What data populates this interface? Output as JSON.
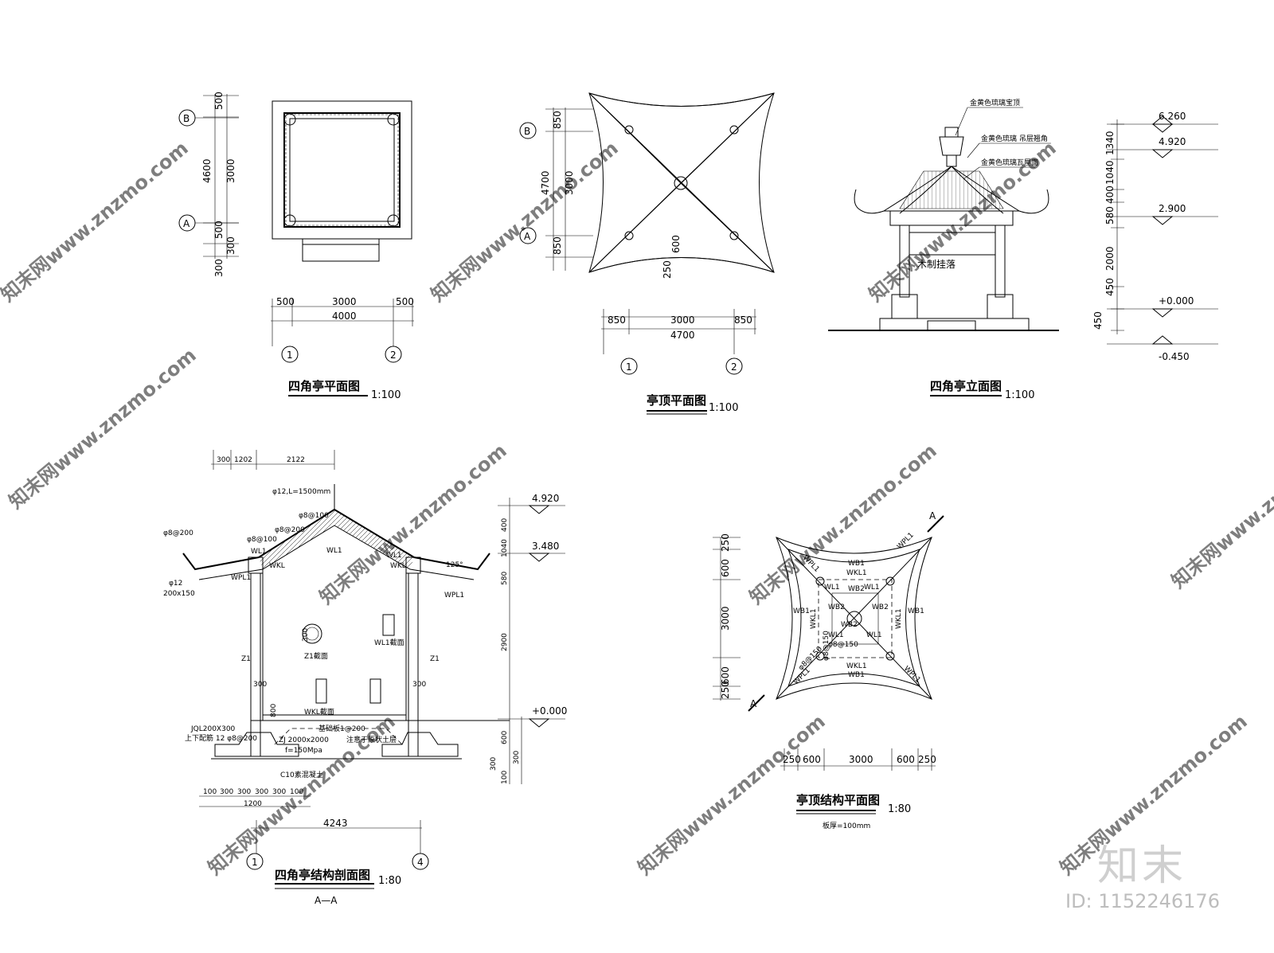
{
  "watermark": {
    "text": "知末网www.znzmo.com",
    "logo": "知末",
    "id_label": "ID: 1152246176"
  },
  "plan": {
    "title": "四角亭平面图",
    "scale": "1:100",
    "axis_b": "B",
    "axis_a": "A",
    "axis_1": "1",
    "axis_2": "2",
    "dims_v": [
      "500",
      "3000",
      "500",
      "300",
      "4600",
      "300"
    ],
    "dims_h": [
      "500",
      "3000",
      "500",
      "4000"
    ]
  },
  "roof_plan": {
    "title": "亭顶平面图",
    "scale": "1:100",
    "axis_b": "B",
    "axis_a": "A",
    "axis_1": "1",
    "axis_2": "2",
    "dims_v": [
      "850",
      "3000",
      "850",
      "4700",
      "600",
      "250"
    ],
    "dims_h": [
      "850",
      "3000",
      "850",
      "4700"
    ]
  },
  "elevation": {
    "title": "四角亭立面图",
    "scale": "1:100",
    "notes": [
      "金黄色琉璃宝顶",
      "金黄色琉璃 吊层翘角",
      "金黄色琉璃瓦屋面",
      "木制挂落"
    ],
    "levels": [
      "6.260",
      "4.920",
      "2.900",
      "+0.000",
      "-0.450"
    ],
    "dims_v": [
      "1340",
      "1040",
      "400",
      "580",
      "2000",
      "450",
      "450"
    ]
  },
  "section": {
    "title": "四角亭结构剖面图",
    "scale": "1:80",
    "subtitle": "A—A",
    "axis_1": "1",
    "axis_4": "4",
    "top_dims": [
      "300",
      "1202",
      "2122"
    ],
    "bottom_dims": [
      "100",
      "300",
      "300",
      "300",
      "300",
      "100",
      "1200",
      "4243"
    ],
    "levels": [
      "4.920",
      "3.480",
      "+0.000"
    ],
    "right_dims": [
      "400",
      "1040",
      "580",
      "2900",
      "600",
      "300",
      "100",
      "300"
    ],
    "labels": [
      "φ12,L=1500mm",
      "φ8@100",
      "φ8@200",
      "φ8@100",
      "φ8@200",
      "φ12",
      "200x150",
      "WL1",
      "WL1",
      "WL1",
      "WKL",
      "WKL",
      "WPL1",
      "WPL1",
      "125°",
      "Z1",
      "Z1",
      "Z1截面",
      "WL1截面",
      "WKL截面",
      "JQL200X300",
      "上下配筋 12 φ8@200",
      "基础板1@200",
      "ZJ 2000x2000",
      "f=150Mpa",
      "注意于原状土层",
      "C10素混凝土",
      "300",
      "300",
      "800",
      "300"
    ]
  },
  "roof_struct": {
    "title": "亭顶结构平面图",
    "scale": "1:80",
    "note": "板厚=100mm",
    "section_mark": "A",
    "dims_v": [
      "250",
      "600",
      "3000",
      "600",
      "250"
    ],
    "dims_h": [
      "250",
      "600",
      "3000",
      "600",
      "250"
    ],
    "labels": [
      "WPL1",
      "WPL1",
      "WPL1",
      "WPL1",
      "WKL1",
      "WKL1",
      "WKL1",
      "WKL1",
      "WB1",
      "WB1",
      "WB1",
      "WB1",
      "WB2",
      "WB2",
      "WB2",
      "WB2",
      "WL1",
      "WL1",
      "WL1",
      "WL1",
      "φ8@150",
      "φ8@150",
      "φ8@150"
    ]
  }
}
